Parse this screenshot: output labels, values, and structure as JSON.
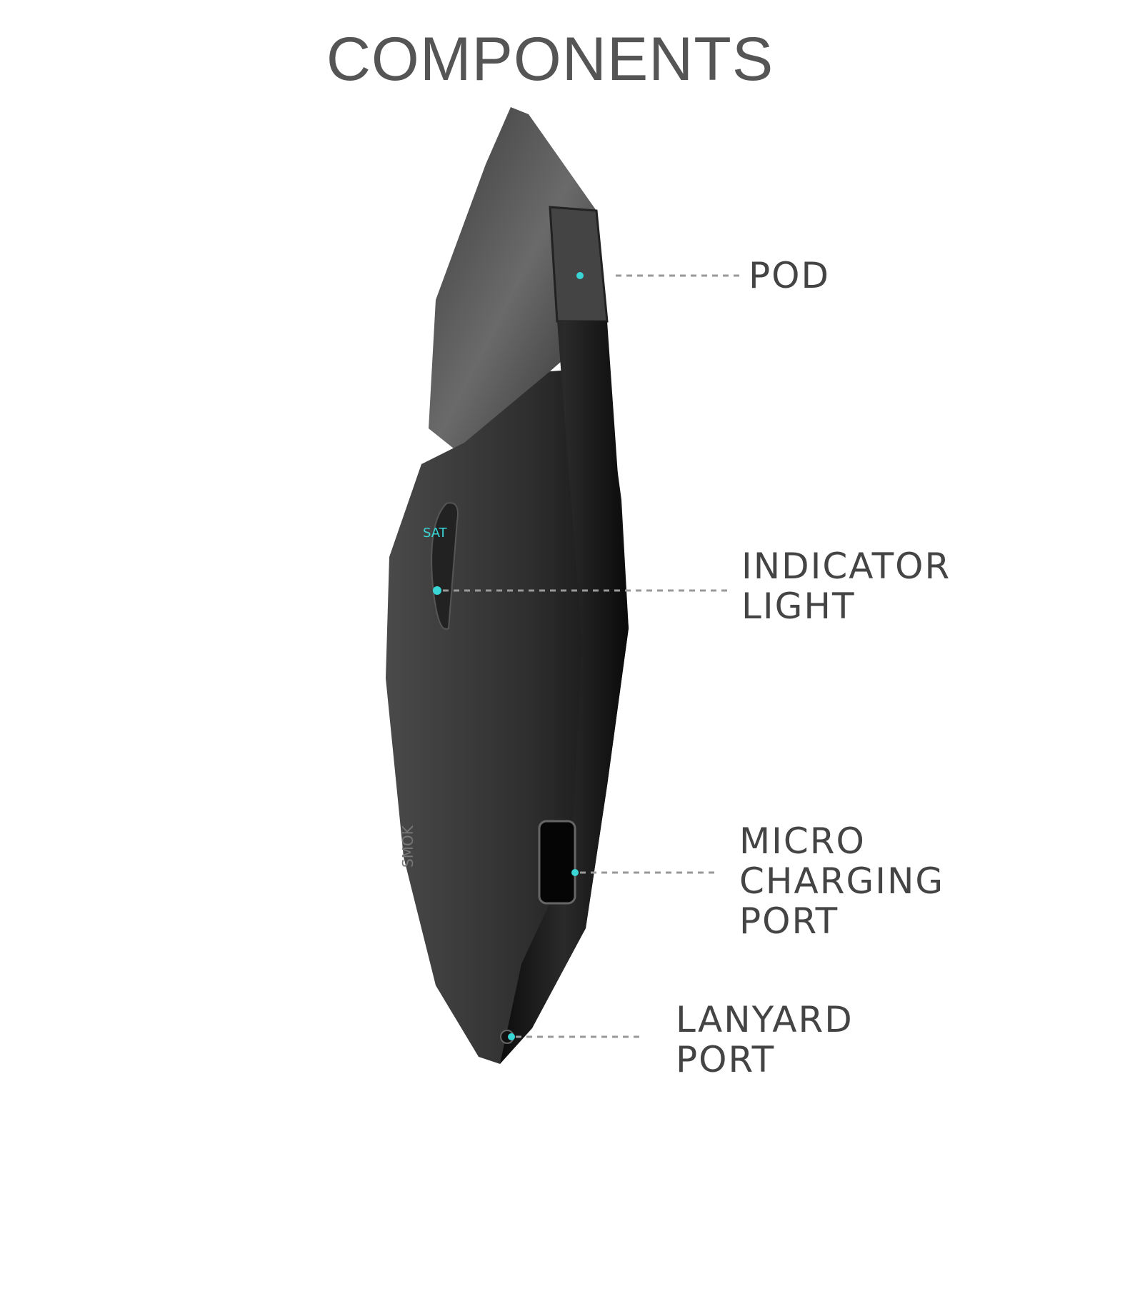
{
  "title": "COMPONENTS",
  "device_logo_text": "SMOK",
  "indicator_text": "SAT",
  "labels": {
    "pod": [
      "POD"
    ],
    "indicator": [
      "INDICATOR",
      "LIGHT"
    ],
    "charging": [
      "MICRO",
      "CHARGING",
      "PORT"
    ],
    "lanyard": [
      "LANYARD",
      "PORT"
    ]
  },
  "colors": {
    "accent": "#3ad6d6",
    "text": "#444444"
  }
}
